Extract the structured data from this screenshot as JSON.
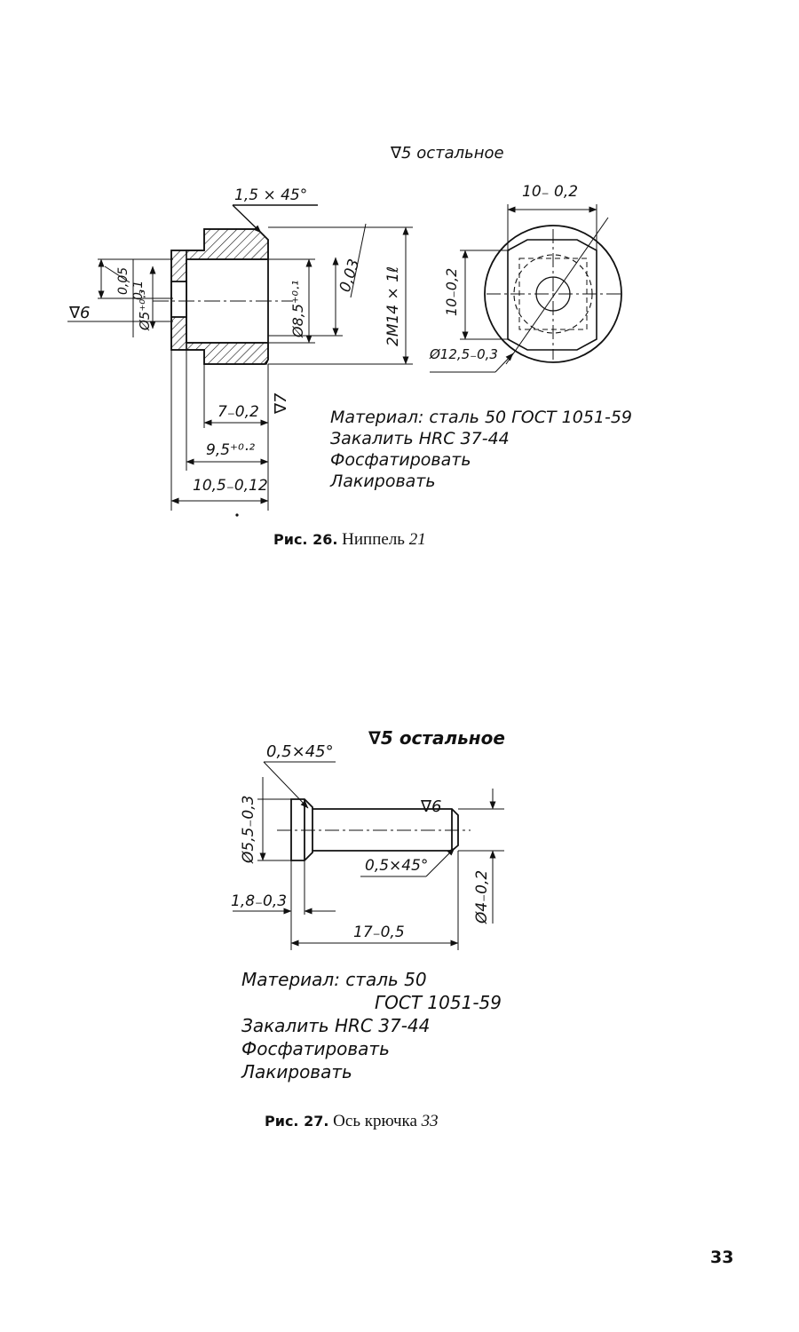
{
  "fig26": {
    "surface_note": "∇5 остальное",
    "chamfer": "1,5 × 45°",
    "width_top": "10₋ 0,2",
    "height_side": "10₋0,2",
    "tolerance_003": "0,03",
    "thread": "2M14 × 1ℓ",
    "bore": "Ø8,5⁺⁰·¹",
    "diam_125": "Ø12,5₋0,3",
    "diam_5": "Ø5⁺⁰·³",
    "val_01": "0,1",
    "val_005": "0,05",
    "rough_6": "∇6",
    "rough_7": "∇7",
    "len_7": "7₋0,2",
    "len_95": "9,5⁺⁰·²",
    "len_105": "10,5₋0,12",
    "material_lines": [
      "Материал: сталь 50 ГОСТ 1051-59",
      "Закалить HRC 37-44",
      "Фосфатировать",
      "Лакировать"
    ],
    "caption_label": "Рис. 26.",
    "caption_text": "Ниппель",
    "caption_num": "21"
  },
  "fig27": {
    "surface_note": "∇5 остальное",
    "chamfer_head": "0,5×45°",
    "chamfer_tip": "0,5×45°",
    "rough_6": "∇6",
    "diam_55": "Ø5,5₋0,3",
    "diam_4": "Ø4₋0,2",
    "len_18": "1,8₋0,3",
    "len_17": "17₋0,5",
    "material_lines": [
      "Материал: сталь 50",
      "ГОСТ 1051-59",
      "Закалить HRC 37-44",
      "Фосфатировать",
      "Лакировать"
    ],
    "caption_label": "Рис. 27.",
    "caption_text": "Ось крючка",
    "caption_num": "33"
  },
  "page_number": "33"
}
